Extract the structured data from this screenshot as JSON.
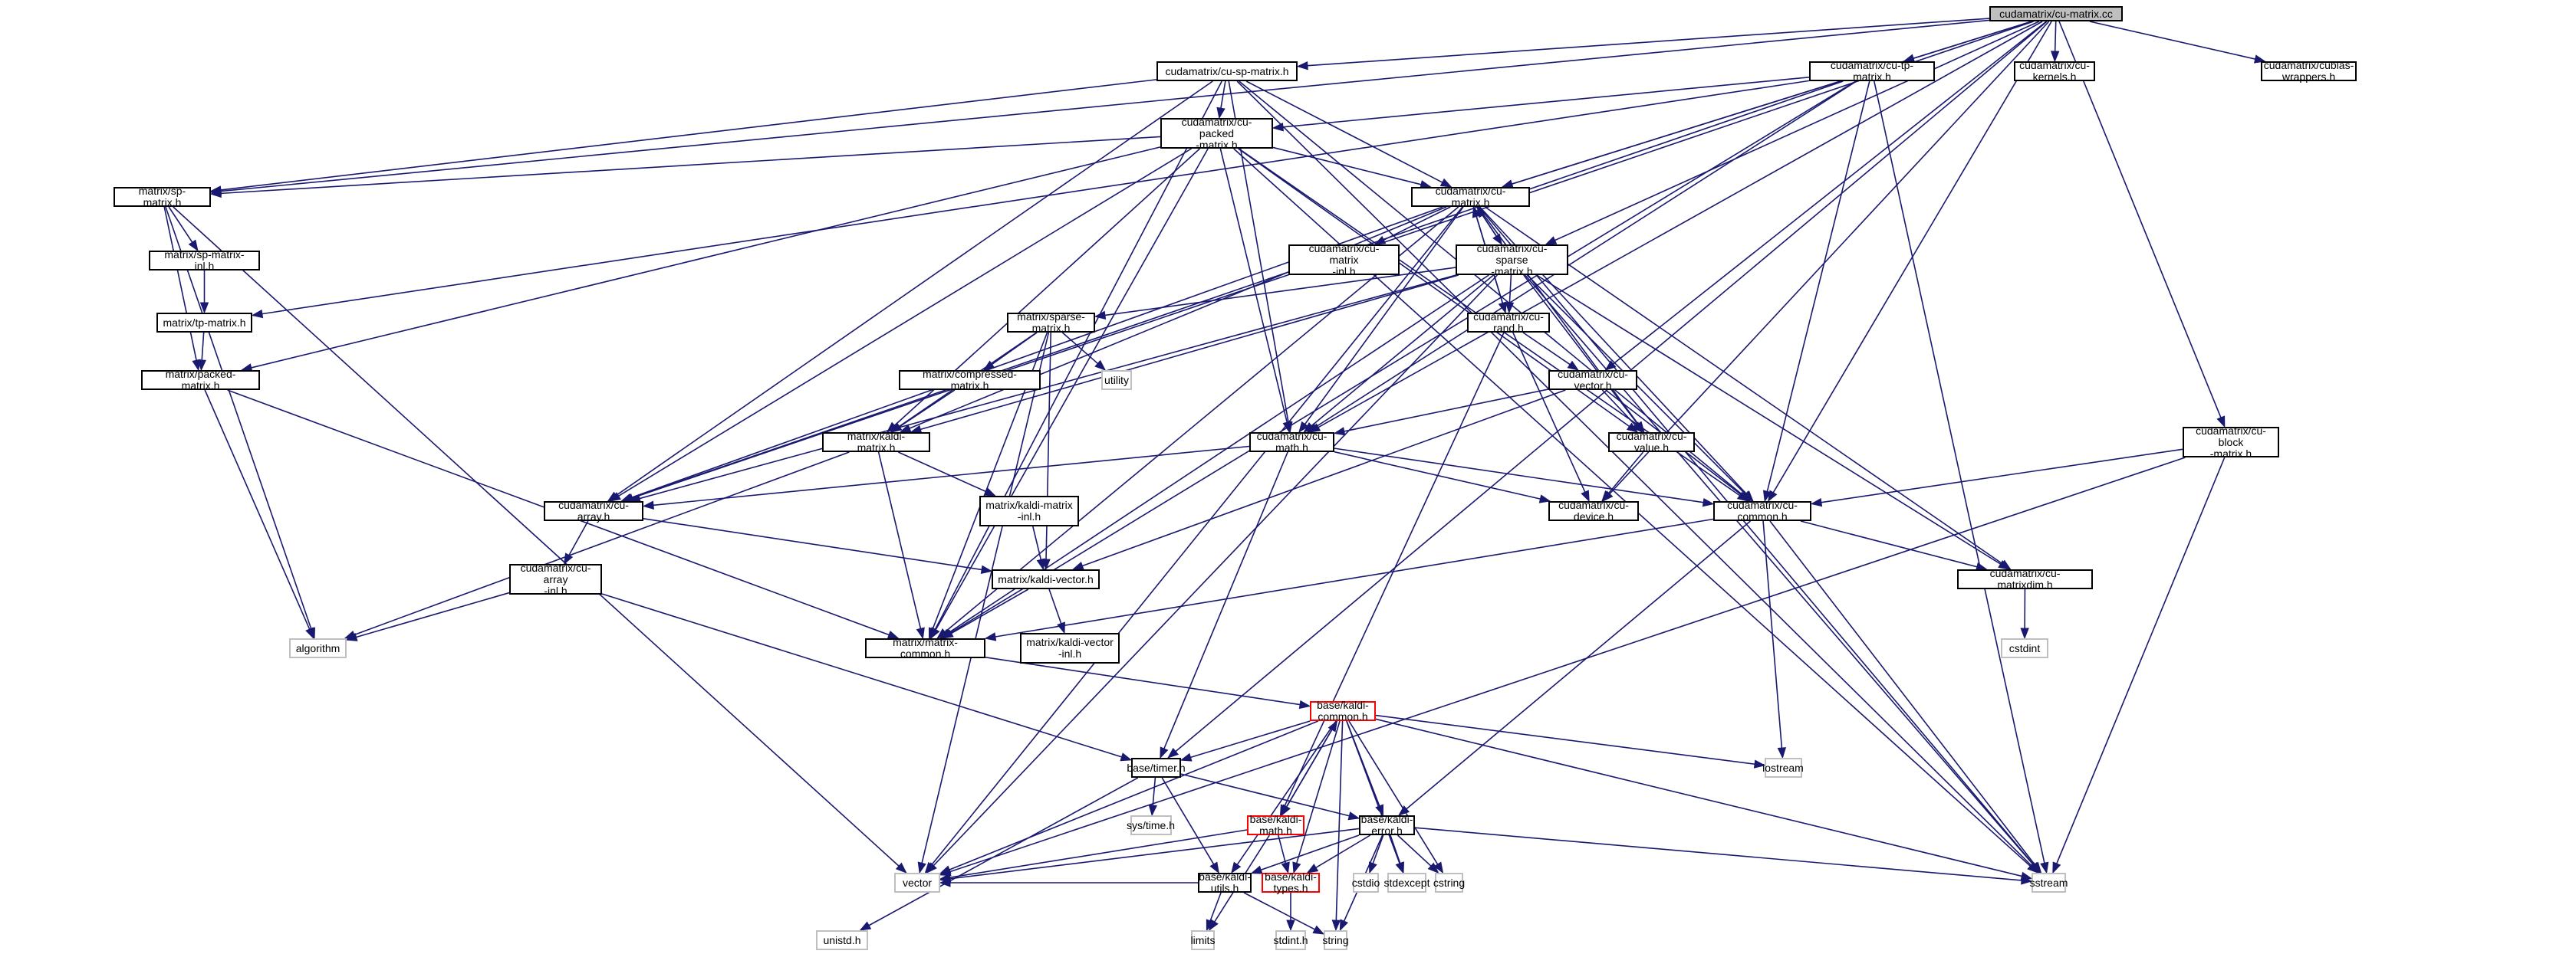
{
  "title": "cudamatrix/cu-matrix.cc",
  "colors": {
    "edge": "#191970",
    "root_fill": "#bfbfbf",
    "border": "#000000",
    "external_border": "#bfbfbf",
    "truncated_border": "#ff0000"
  },
  "nodes": {
    "root": "cudamatrix/cu-matrix.cc",
    "cu_sp_matrix": "cudamatrix/cu-sp-matrix.h",
    "cu_tp_matrix": "cudamatrix/cu-tp-matrix.h",
    "cu_kernels": "cudamatrix/cu-kernels.h",
    "cublas_wrappers": "cudamatrix/cublas-wrappers.h",
    "cu_packed_matrix": "cudamatrix/cu-packed\n-matrix.h",
    "sp_matrix": "matrix/sp-matrix.h",
    "cu_matrix_h": "cudamatrix/cu-matrix.h",
    "sp_matrix_inl": "matrix/sp-matrix-inl.h",
    "cu_matrix_inl": "cudamatrix/cu-matrix\n-inl.h",
    "cu_sparse_matrix": "cudamatrix/cu-sparse\n-matrix.h",
    "tp_matrix": "matrix/tp-matrix.h",
    "sparse_matrix": "matrix/sparse-matrix.h",
    "cu_rand": "cudamatrix/cu-rand.h",
    "packed_matrix": "matrix/packed-matrix.h",
    "compressed_matrix": "matrix/compressed-matrix.h",
    "utility": "utility",
    "cu_vector": "cudamatrix/cu-vector.h",
    "kaldi_matrix": "matrix/kaldi-matrix.h",
    "cu_math": "cudamatrix/cu-math.h",
    "cu_value": "cudamatrix/cu-value.h",
    "cu_block_matrix": "cudamatrix/cu-block\n-matrix.h",
    "cu_array": "cudamatrix/cu-array.h",
    "kaldi_matrix_inl": "matrix/kaldi-matrix\n-inl.h",
    "cu_device": "cudamatrix/cu-device.h",
    "cu_common": "cudamatrix/cu-common.h",
    "cu_array_inl": "cudamatrix/cu-array\n-inl.h",
    "kaldi_vector": "matrix/kaldi-vector.h",
    "cu_matrixdim": "cudamatrix/cu-matrixdim.h",
    "algorithm": "algorithm",
    "matrix_common": "matrix/matrix-common.h",
    "kaldi_vector_inl": "matrix/kaldi-vector\n-inl.h",
    "cstdint": "cstdint",
    "kaldi_common": "base/kaldi-common.h",
    "iostream": "iostream",
    "timer": "base/timer.h",
    "sys_time": "sys/time.h",
    "kaldi_math": "base/kaldi-math.h",
    "kaldi_error": "base/kaldi-error.h",
    "vector": "vector",
    "kaldi_utils": "base/kaldi-utils.h",
    "kaldi_types": "base/kaldi-types.h",
    "cstdio": "cstdio",
    "stdexcept": "stdexcept",
    "cstring": "cstring",
    "sstream": "sstream",
    "unistd": "unistd.h",
    "limits": "limits",
    "stdint": "stdint.h",
    "string": "string"
  },
  "edges": [
    [
      "root",
      "cu_sp_matrix"
    ],
    [
      "root",
      "cu_tp_matrix"
    ],
    [
      "root",
      "cu_kernels"
    ],
    [
      "root",
      "cublas_wrappers"
    ],
    [
      "root",
      "cu_matrix_h"
    ],
    [
      "root",
      "cu_sparse_matrix"
    ],
    [
      "root",
      "cu_vector"
    ],
    [
      "root",
      "cu_math"
    ],
    [
      "root",
      "cu_common"
    ],
    [
      "root",
      "cu_device"
    ],
    [
      "root",
      "cu_block_matrix"
    ],
    [
      "root",
      "cu_array"
    ],
    [
      "root",
      "timer"
    ],
    [
      "root",
      "sp_matrix"
    ],
    [
      "cu_sp_matrix",
      "cu_packed_matrix"
    ],
    [
      "cu_sp_matrix",
      "cu_matrix_h"
    ],
    [
      "cu_sp_matrix",
      "sp_matrix"
    ],
    [
      "cu_sp_matrix",
      "cu_math"
    ],
    [
      "cu_sp_matrix",
      "cu_array"
    ],
    [
      "cu_sp_matrix",
      "sstream"
    ],
    [
      "cu_sp_matrix",
      "cu_common"
    ],
    [
      "cu_sp_matrix",
      "matrix_common"
    ],
    [
      "cu_tp_matrix",
      "cu_packed_matrix"
    ],
    [
      "cu_tp_matrix",
      "cu_matrix_h"
    ],
    [
      "cu_tp_matrix",
      "tp_matrix"
    ],
    [
      "cu_tp_matrix",
      "cu_math"
    ],
    [
      "cu_tp_matrix",
      "cu_common"
    ],
    [
      "cu_tp_matrix",
      "sstream"
    ],
    [
      "cu_tp_matrix",
      "cu_array"
    ],
    [
      "cu_tp_matrix",
      "matrix_common"
    ],
    [
      "cu_packed_matrix",
      "cu_matrix_h"
    ],
    [
      "cu_packed_matrix",
      "sp_matrix"
    ],
    [
      "cu_packed_matrix",
      "packed_matrix"
    ],
    [
      "cu_packed_matrix",
      "cu_math"
    ],
    [
      "cu_packed_matrix",
      "cu_array"
    ],
    [
      "cu_packed_matrix",
      "kaldi_matrix"
    ],
    [
      "cu_packed_matrix",
      "matrix_common"
    ],
    [
      "cu_packed_matrix",
      "cu_common"
    ],
    [
      "cu_packed_matrix",
      "sstream"
    ],
    [
      "cu_packed_matrix",
      "cu_value"
    ],
    [
      "sp_matrix",
      "sp_matrix_inl"
    ],
    [
      "sp_matrix",
      "packed_matrix"
    ],
    [
      "sp_matrix",
      "algorithm"
    ],
    [
      "sp_matrix",
      "vector"
    ],
    [
      "sp_matrix_inl",
      "tp_matrix"
    ],
    [
      "tp_matrix",
      "packed_matrix"
    ],
    [
      "packed_matrix",
      "algorithm"
    ],
    [
      "packed_matrix",
      "matrix_common"
    ],
    [
      "cu_matrix_h",
      "cu_matrix_inl"
    ],
    [
      "cu_matrix_h",
      "cu_sparse_matrix"
    ],
    [
      "cu_matrix_h",
      "cu_rand"
    ],
    [
      "cu_matrix_h",
      "cu_math"
    ],
    [
      "cu_matrix_h",
      "cu_array"
    ],
    [
      "cu_matrix_h",
      "kaldi_matrix"
    ],
    [
      "cu_matrix_h",
      "cu_value"
    ],
    [
      "cu_matrix_h",
      "cu_common"
    ],
    [
      "cu_matrix_h",
      "cu_matrixdim"
    ],
    [
      "cu_matrix_h",
      "sstream"
    ],
    [
      "cu_matrix_h",
      "vector"
    ],
    [
      "cu_matrix_h",
      "matrix_common"
    ],
    [
      "cu_sparse_matrix",
      "sparse_matrix"
    ],
    [
      "cu_sparse_matrix",
      "cu_rand"
    ],
    [
      "cu_sparse_matrix",
      "cu_math"
    ],
    [
      "cu_sparse_matrix",
      "cu_array"
    ],
    [
      "cu_sparse_matrix",
      "kaldi_matrix"
    ],
    [
      "cu_sparse_matrix",
      "cu_value"
    ],
    [
      "cu_sparse_matrix",
      "cu_common"
    ],
    [
      "cu_sparse_matrix",
      "cu_matrixdim"
    ],
    [
      "cu_sparse_matrix",
      "sstream"
    ],
    [
      "cu_sparse_matrix",
      "matrix_common"
    ],
    [
      "cu_sparse_matrix",
      "vector"
    ],
    [
      "cu_sparse_matrix",
      "cu_matrix_h"
    ],
    [
      "sparse_matrix",
      "compressed_matrix"
    ],
    [
      "sparse_matrix",
      "utility"
    ],
    [
      "sparse_matrix",
      "kaldi_matrix"
    ],
    [
      "sparse_matrix",
      "kaldi_vector"
    ],
    [
      "sparse_matrix",
      "matrix_common"
    ],
    [
      "sparse_matrix",
      "vector"
    ],
    [
      "compressed_matrix",
      "kaldi_matrix"
    ],
    [
      "cu_rand",
      "cu_vector"
    ],
    [
      "cu_rand",
      "cu_device"
    ],
    [
      "cu_rand",
      "kaldi_math"
    ],
    [
      "cu_rand",
      "cu_matrix_h"
    ],
    [
      "cu_vector",
      "cu_math"
    ],
    [
      "cu_vector",
      "cu_value"
    ],
    [
      "cu_vector",
      "cu_common"
    ],
    [
      "cu_vector",
      "kaldi_vector"
    ],
    [
      "cu_value",
      "cu_device"
    ],
    [
      "kaldi_matrix",
      "kaldi_matrix_inl"
    ],
    [
      "kaldi_matrix",
      "matrix_common"
    ],
    [
      "kaldi_matrix",
      "algorithm"
    ],
    [
      "kaldi_matrix_inl",
      "kaldi_vector"
    ],
    [
      "cu_math",
      "cu_array"
    ],
    [
      "cu_math",
      "cu_common"
    ],
    [
      "cu_math",
      "cu_device"
    ],
    [
      "cu_math",
      "timer"
    ],
    [
      "cu_array",
      "cu_array_inl"
    ],
    [
      "cu_array",
      "kaldi_vector"
    ],
    [
      "cu_array_inl",
      "algorithm"
    ],
    [
      "cu_array_inl",
      "timer"
    ],
    [
      "kaldi_vector",
      "matrix_common"
    ],
    [
      "kaldi_vector",
      "kaldi_vector_inl"
    ],
    [
      "cu_block_matrix",
      "cu_common"
    ],
    [
      "cu_block_matrix",
      "sstream"
    ],
    [
      "cu_block_matrix",
      "vector"
    ],
    [
      "cu_common",
      "matrix_common"
    ],
    [
      "cu_common",
      "cu_matrixdim"
    ],
    [
      "cu_common",
      "iostream"
    ],
    [
      "cu_common",
      "sstream"
    ],
    [
      "cu_common",
      "kaldi_error"
    ],
    [
      "cu_matrixdim",
      "cstdint"
    ],
    [
      "matrix_common",
      "kaldi_common"
    ],
    [
      "kaldi_common",
      "timer"
    ],
    [
      "kaldi_common",
      "kaldi_math"
    ],
    [
      "kaldi_common",
      "kaldi_error"
    ],
    [
      "kaldi_common",
      "kaldi_types"
    ],
    [
      "kaldi_common",
      "kaldi_utils"
    ],
    [
      "kaldi_common",
      "iostream"
    ],
    [
      "kaldi_common",
      "sstream"
    ],
    [
      "kaldi_common",
      "stdexcept"
    ],
    [
      "kaldi_common",
      "cstring"
    ],
    [
      "kaldi_common",
      "string"
    ],
    [
      "kaldi_common",
      "vector"
    ],
    [
      "timer",
      "sys_time"
    ],
    [
      "timer",
      "kaldi_utils"
    ],
    [
      "timer",
      "kaldi_error"
    ],
    [
      "timer",
      "unistd"
    ],
    [
      "kaldi_math",
      "kaldi_types"
    ],
    [
      "kaldi_math",
      "kaldi_common"
    ],
    [
      "kaldi_math",
      "limits"
    ],
    [
      "kaldi_math",
      "vector"
    ],
    [
      "kaldi_error",
      "kaldi_utils"
    ],
    [
      "kaldi_error",
      "kaldi_types"
    ],
    [
      "kaldi_error",
      "cstdio"
    ],
    [
      "kaldi_error",
      "stdexcept"
    ],
    [
      "kaldi_error",
      "cstring"
    ],
    [
      "kaldi_error",
      "string"
    ],
    [
      "kaldi_error",
      "sstream"
    ],
    [
      "kaldi_error",
      "vector"
    ],
    [
      "kaldi_utils",
      "limits"
    ],
    [
      "kaldi_utils",
      "string"
    ],
    [
      "kaldi_utils",
      "vector"
    ],
    [
      "kaldi_types",
      "stdint"
    ]
  ]
}
